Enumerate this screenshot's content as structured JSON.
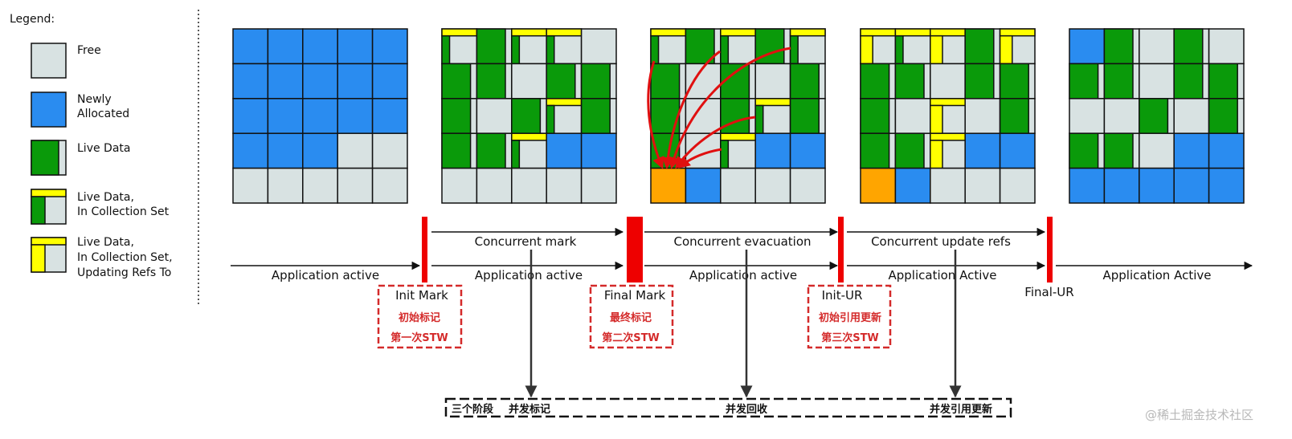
{
  "colors": {
    "free": "#d8e2e2",
    "new": "#2a8cf0",
    "live": "#0a9a0a",
    "cset": "#ffff00",
    "evac": "#ffa500",
    "stw": "#ee0000",
    "arrow": "#e01010",
    "dash": "#d42a2a"
  },
  "legend": {
    "title": "Legend:",
    "items": [
      {
        "line1": "Free",
        "line2": "",
        "line3": ""
      },
      {
        "line1": "Newly",
        "line2": "Allocated",
        "line3": ""
      },
      {
        "line1": "Live Data",
        "line2": "",
        "line3": ""
      },
      {
        "line1": "Live Data,",
        "line2": "In Collection Set",
        "line3": ""
      },
      {
        "line1": "Live Data,",
        "line2": "In Collection Set,",
        "line3": "Updating Refs To"
      }
    ]
  },
  "grids": [
    {
      "rows": [
        "NNNNN",
        "NNNNN",
        "NNNNN",
        "NNNFF",
        "FFFFF"
      ]
    },
    {
      "rows": [
        "CLCC",
        "LLFLL",
        "LFLCL",
        "LLCNN",
        "FFFFF"
      ]
    },
    {
      "rows": [
        "CLCLC",
        "LFLFL",
        "LFLCL",
        "LFCNN",
        "ENFFF"
      ]
    },
    {
      "rows": [
        "UCULU",
        "LLFLL",
        "LFUFL",
        "LLUNN",
        "ENFFF"
      ]
    },
    {
      "rows": [
        "NLFLF",
        "LLFLL",
        "FFLFL",
        "LLFNN",
        "NNNNN"
      ]
    }
  ],
  "phases": {
    "app": [
      "Application active",
      "Application active",
      "Application active",
      "Application Active",
      "Application Active"
    ],
    "concurrent": [
      "Concurrent mark",
      "Concurrent evacuation",
      "Concurrent update refs"
    ]
  },
  "pauses": [
    {
      "name": "Init Mark",
      "cn1": "初始标记",
      "cn2": "第一次STW"
    },
    {
      "name": "Final Mark",
      "cn1": "最终标记",
      "cn2": "第二次STW"
    },
    {
      "name": "Init-UR",
      "cn1": "初始引用更新",
      "cn2": "第三次STW"
    },
    {
      "name": "Final-UR",
      "cn1": "",
      "cn2": ""
    }
  ],
  "summary": {
    "lead": "三个阶段",
    "stages": [
      "并发标记",
      "并发回收",
      "并发引用更新"
    ]
  },
  "watermark": "@稀土掘金技术社区"
}
